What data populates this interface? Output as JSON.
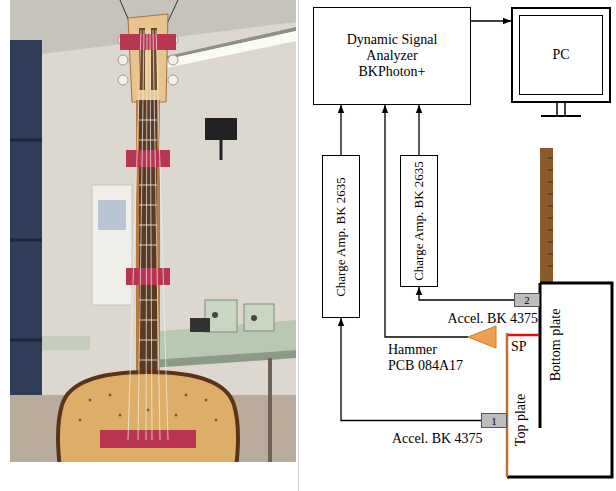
{
  "diagram": {
    "nodes": [
      {
        "text": [
          "Dynamic Signal Analyzer BKPhoton+"
        ]
      },
      {
        "text": [
          "PC"
        ]
      },
      {
        "text": [
          "Charge Amp. BK 2635"
        ]
      },
      {
        "text": [
          "Charge Amp. BK 2635"
        ]
      },
      {
        "text": [
          "2"
        ]
      },
      {
        "text": [
          "Hammer PCB 084A17"
        ]
      },
      {
        "text": [
          "1"
        ]
      }
    ],
    "edges": [
      {
        "from": 0,
        "to": 1,
        "arrow": "to"
      },
      {
        "from": 2,
        "to": 0,
        "arrow": "to"
      },
      {
        "from": 3,
        "to": 0,
        "arrow": "to"
      },
      {
        "from": 5,
        "to": 0,
        "arrow": "to"
      },
      {
        "from": 6,
        "to": 2,
        "arrow": "to"
      },
      {
        "from": 4,
        "to": 3,
        "arrow": "to"
      }
    ],
    "labels": [
      "Bottom plate",
      "Accel. BK 4375",
      "SP",
      "Accel. BK 4375",
      "Top plate"
    ]
  }
}
